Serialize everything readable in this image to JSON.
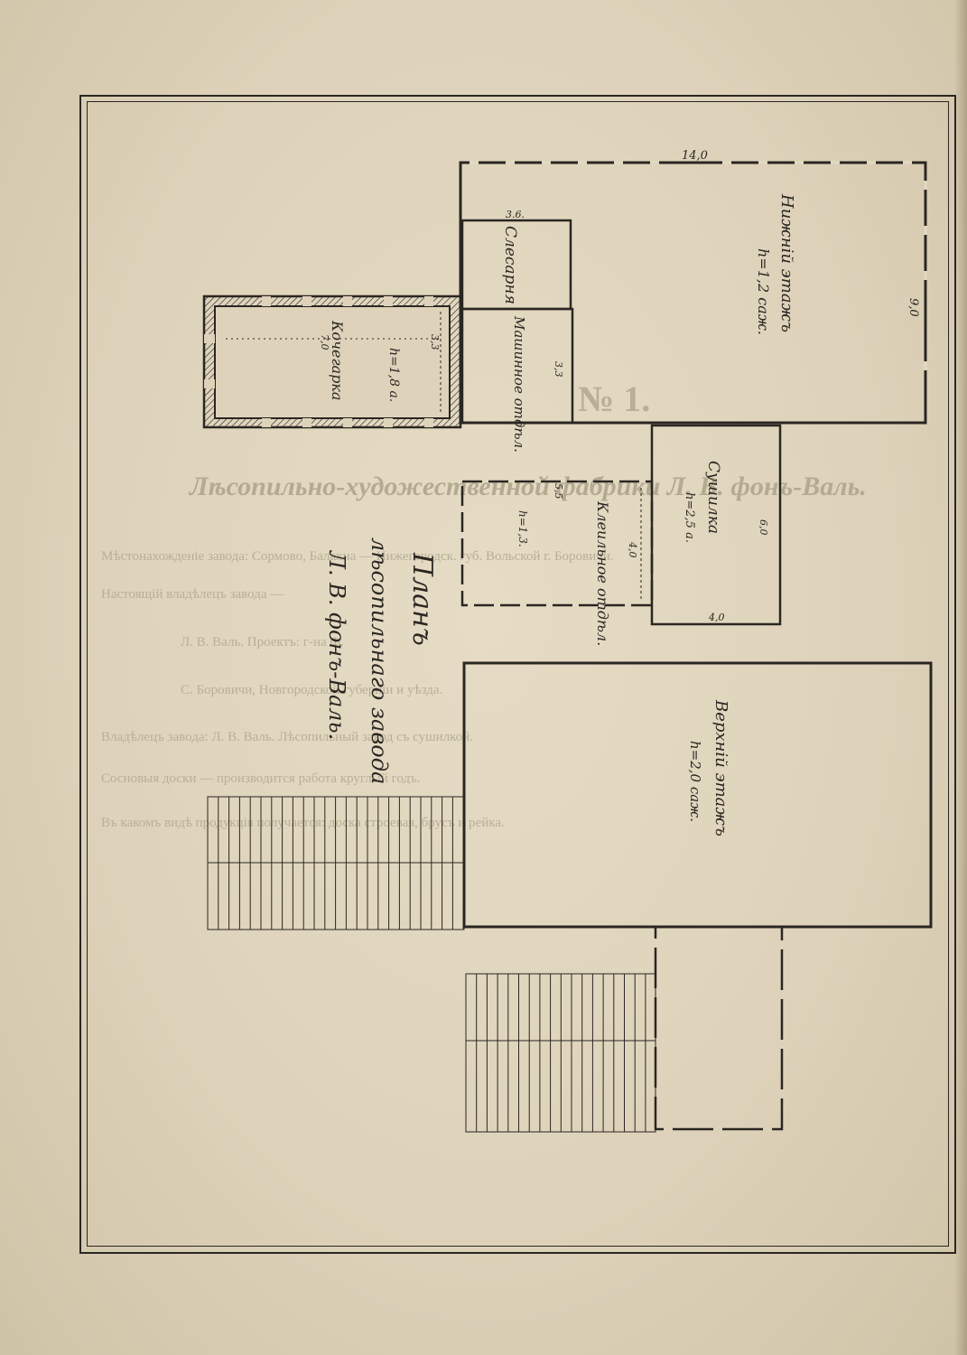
{
  "colors": {
    "paper": "#ddd2b9",
    "ink": "#2a2622",
    "bleed_through": "#b9af97"
  },
  "plan": {
    "title_lines": [
      "Планъ",
      "лѣсопильнаго завода",
      "Л. В. фонъ-Валь."
    ],
    "rooms": {
      "lower_floor": {
        "name": "Нижній этажъ",
        "height": "h=1,2 саж.",
        "dim_top": "14,0",
        "dim_side": "9,0"
      },
      "smithy": {
        "name": "Слесарня",
        "dim": "3.6."
      },
      "machine_dept": {
        "name": "Машинное отдѣл.",
        "dim": "3,3"
      },
      "boiler_room": {
        "name": "Кочегарка",
        "height": "h=1,8 а.",
        "dim_width": "3,3",
        "dim_length": "7,0"
      },
      "drying_kiln": {
        "name": "Сушилка",
        "height": "h=2,5 а.",
        "dim_side": "6,0",
        "dim_bottom": "4,0"
      },
      "glue_dept": {
        "name": "Клеильное отдѣл.",
        "height": "h=1,3.",
        "dim_width": "5,5",
        "dim_length": "4,0"
      },
      "upper_floor": {
        "name": "Верхній этажъ",
        "height": "h=2,0 саж."
      }
    },
    "bleed_through_text": {
      "heading": "№ 1.",
      "title": "Лѣсопильно-художественной фабрики Л. В. фонъ-Валь.",
      "lines": [
        "Мѣстонахожденіе завода: Сормово, Балахна — Нижегородск. губ. Вольской г. Боровичи.",
        "Настоящій владѣлецъ завода —",
        "Л. В. Валь. Проектъ: г-на Ф.",
        "С. Боровичи, Новгородской губерніи и уѣзда.",
        "Владѣлецъ завода: Л. В. Валь. Лѣсопильный завод съ сушилкой.",
        "Сосновыя доски — производится работа круглый годъ.",
        "Въ какомъ видѣ продукція получается: доска строевая, брусъ и рейка."
      ]
    }
  }
}
